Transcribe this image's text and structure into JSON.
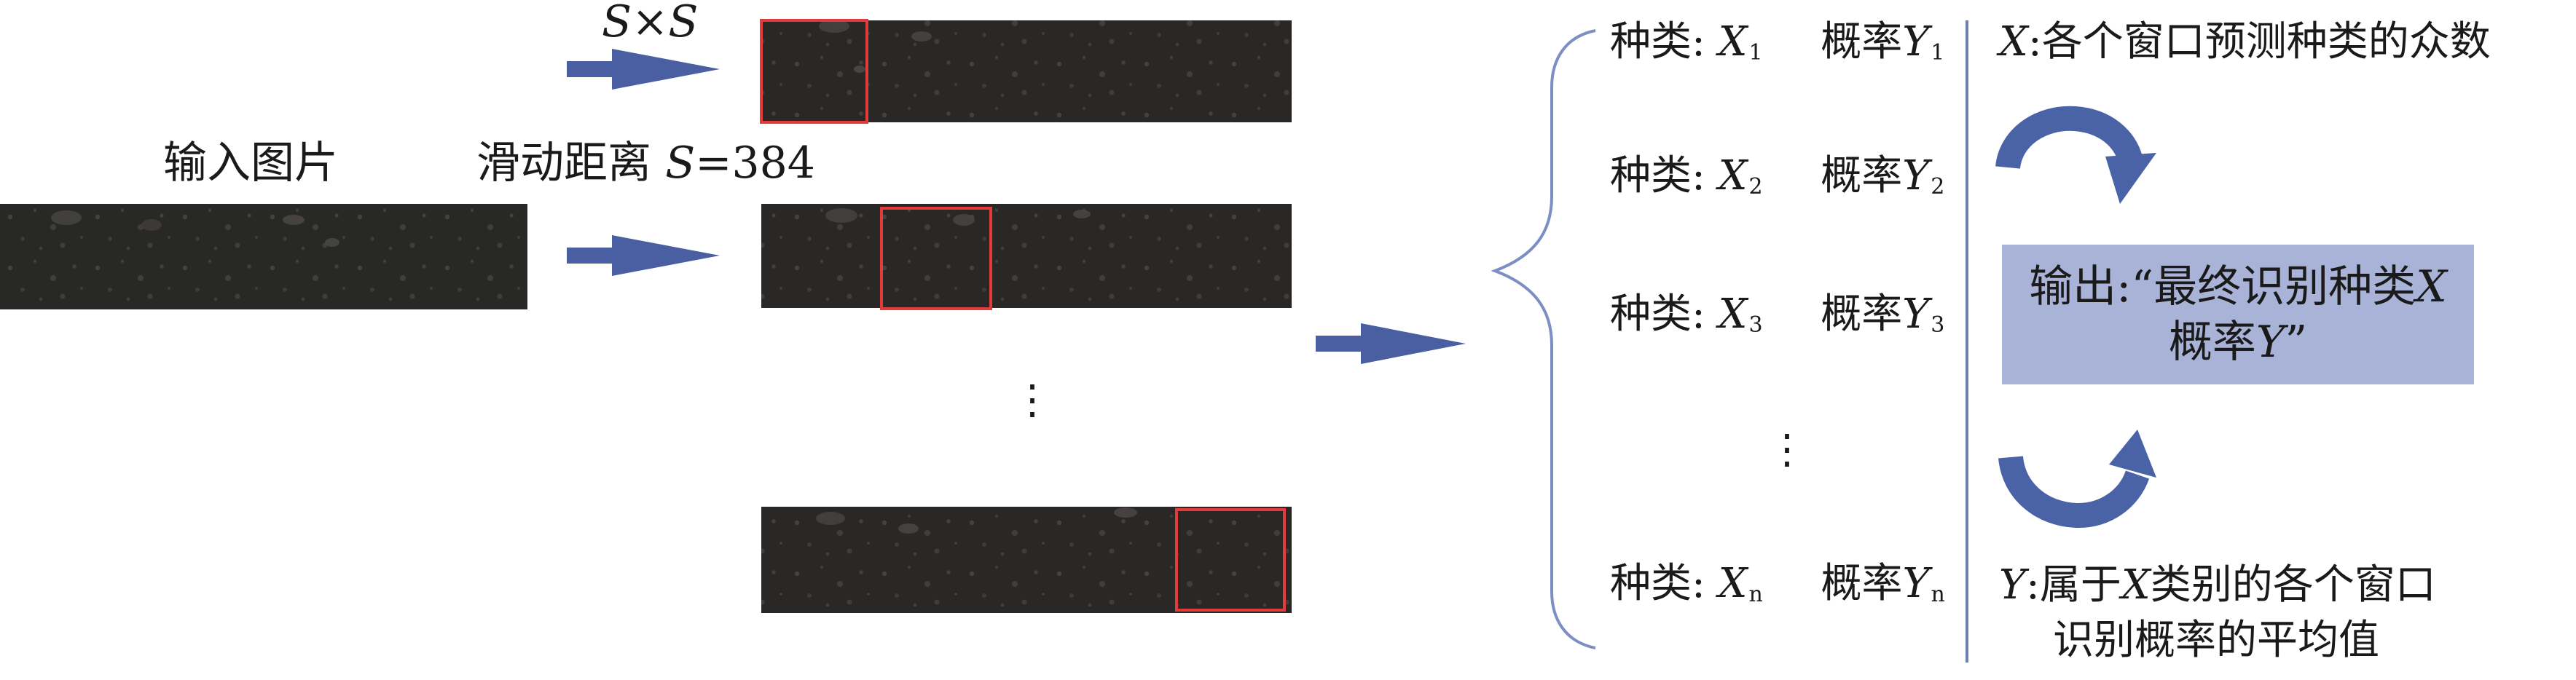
{
  "labels": {
    "input_image": "输入图片",
    "window_size": "S×S",
    "slide_prefix": "滑动距离 ",
    "slide_var": "S",
    "slide_suffix": "=384"
  },
  "ellipsis": "⋮",
  "predictions": [
    {
      "kind_label": "种类: ",
      "kind_var": "X",
      "kind_sub": "1",
      "prob_label": "概率",
      "prob_var": "Y",
      "prob_sub": "1"
    },
    {
      "kind_label": "种类: ",
      "kind_var": "X",
      "kind_sub": "2",
      "prob_label": "概率",
      "prob_var": "Y",
      "prob_sub": "2"
    },
    {
      "kind_label": "种类: ",
      "kind_var": "X",
      "kind_sub": "3",
      "prob_label": "概率",
      "prob_var": "Y",
      "prob_sub": "3"
    },
    {
      "kind_label": "种类: ",
      "kind_var": "X",
      "kind_sub": "n",
      "prob_label": "概率",
      "prob_var": "Y",
      "prob_sub": "n"
    }
  ],
  "explanations": {
    "x_var": "X",
    "x_text": ":各个窗口预测种类的众数",
    "y_var": "Y",
    "y_text_a": ":属于",
    "y_inner_var": "X",
    "y_text_b": "类别的各个窗口",
    "y_line2": "识别概率的平均值"
  },
  "result": {
    "line1_prefix": "输出:“最终识别种类",
    "line1_var": "X",
    "line2_prefix": "概率",
    "line2_var": "Y",
    "line2_suffix": "”"
  },
  "colors": {
    "arrow": "#4a5fa1",
    "curve_arrow": "#4a62a6",
    "window": "#e33b3b",
    "brace": "#7d8fc2",
    "divider": "#6f7fb0",
    "result_fill": "#a9b3d8",
    "concrete_base": "#b9b7b1",
    "concrete_dark": "#6f6d69"
  },
  "icons": {
    "arrow": "right-arrow-icon",
    "rotate_arrow": "curved-arrow-icon",
    "brace": "curly-brace-icon"
  }
}
